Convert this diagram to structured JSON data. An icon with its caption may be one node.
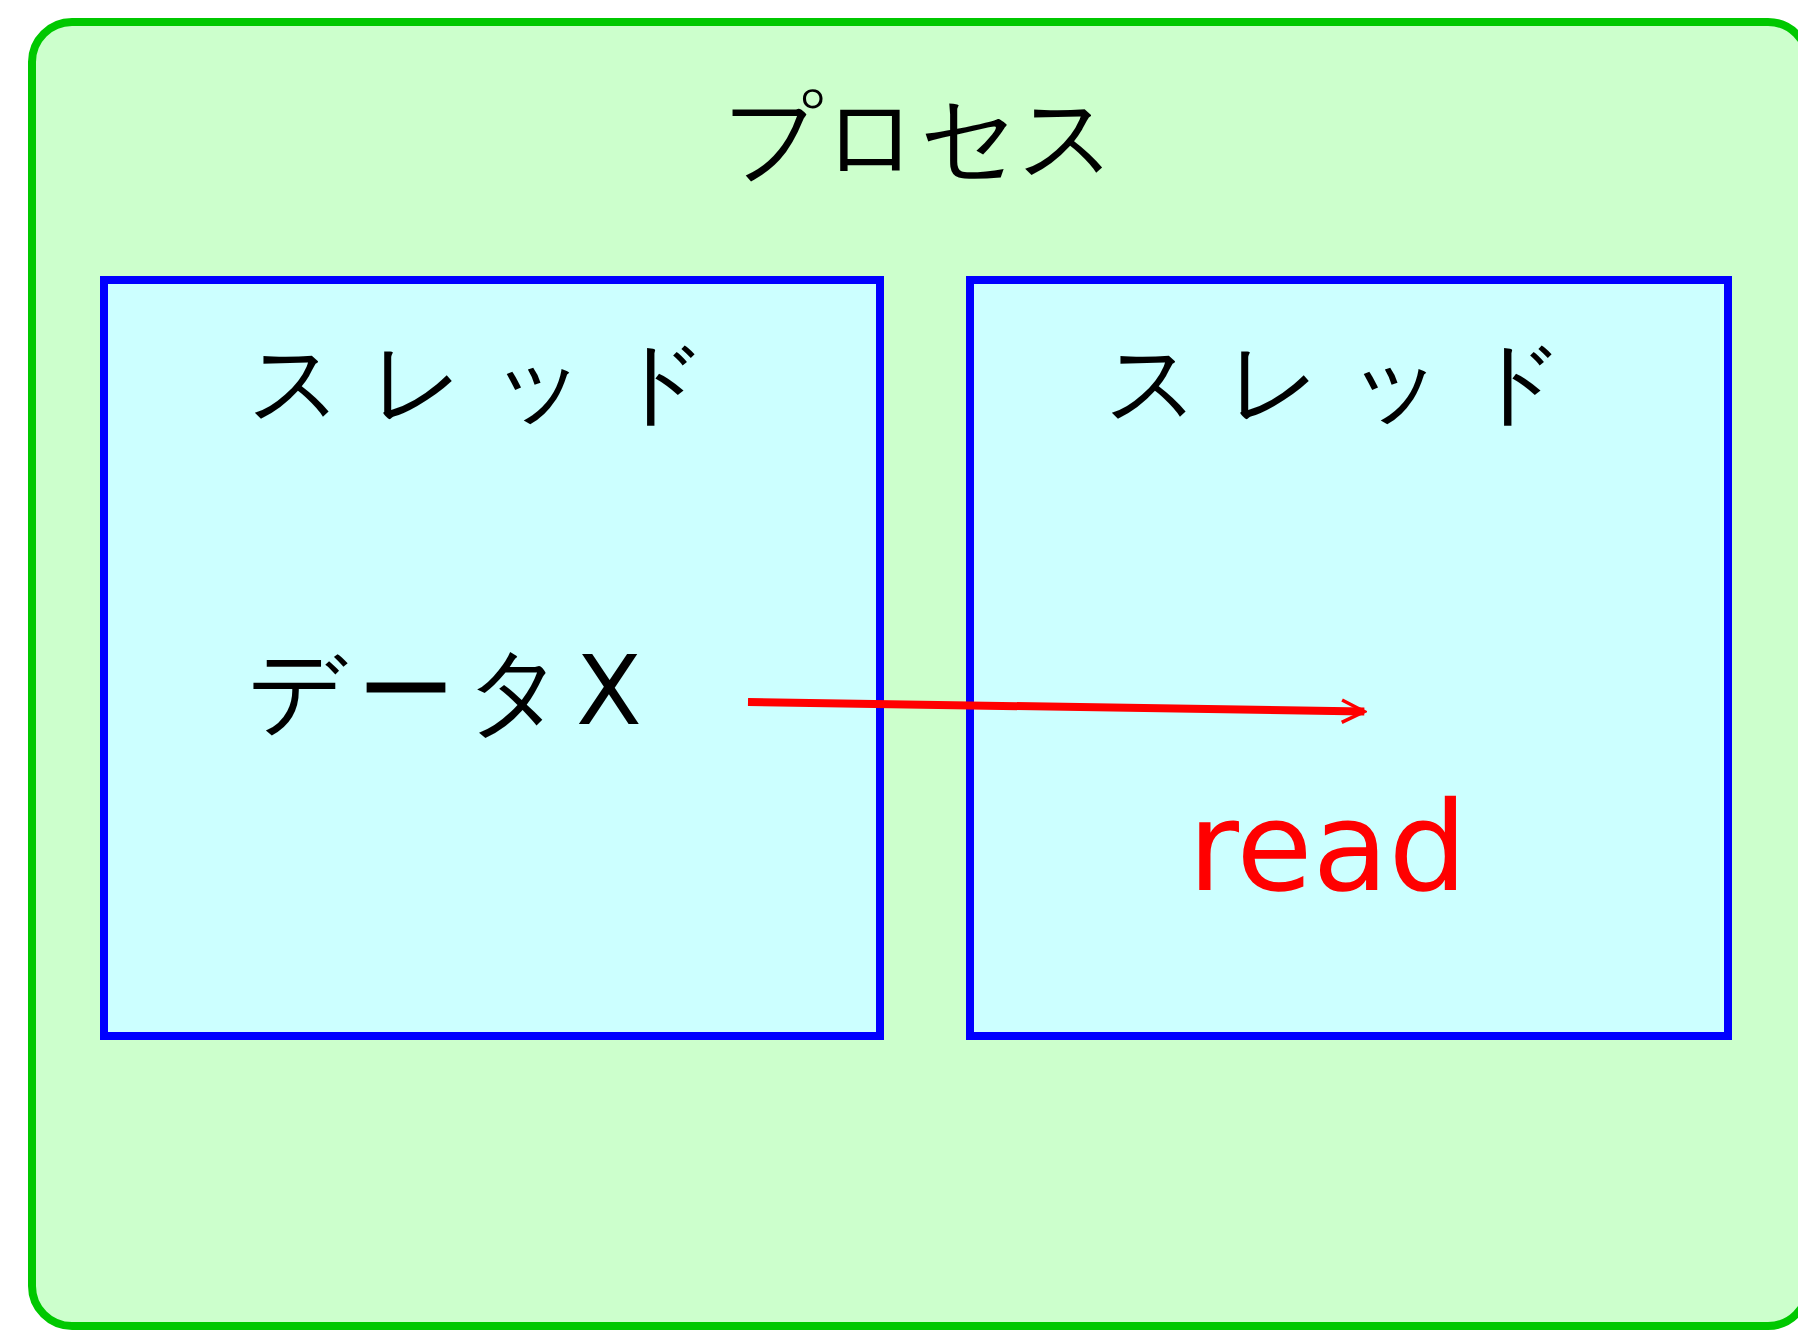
{
  "diagram": {
    "nodes": [
      {
        "text": [
          "プロセス"
        ]
      },
      {
        "text": [
          "スレッド"
        ],
        "in": 0
      },
      {
        "text": [
          "スレッド"
        ],
        "in": 0
      },
      {
        "text": [
          "データX"
        ],
        "in": 1
      }
    ],
    "edges": [
      {
        "from": 3,
        "to": 2,
        "arrow": "to",
        "label": "read",
        "color": "#ff0000"
      }
    ]
  }
}
